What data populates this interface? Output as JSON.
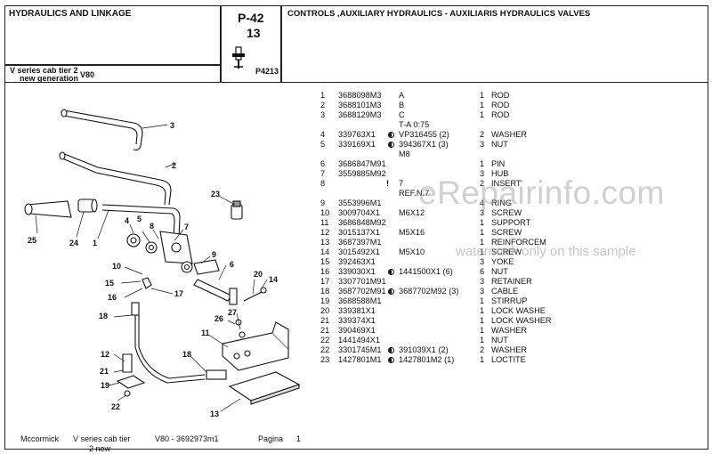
{
  "header": {
    "section_title": "HYDRAULICS AND LINKAGE",
    "page_code": "P-42",
    "page_sub": "13",
    "illustration_ref": "P4213",
    "page_title": "CONTROLS ,AUXILIARY HYDRAULICS - AUXILIARIS HYDRAULICS VALVES"
  },
  "model_box": {
    "line1": "V series cab tier 2",
    "line2": "new generation",
    "model": "V80"
  },
  "parts": [
    {
      "pos": "1",
      "part": "3688098M3",
      "ref": "A",
      "sub": "",
      "qty": "1",
      "desc": "ROD",
      "sym": false
    },
    {
      "pos": "2",
      "part": "3688101M3",
      "ref": "B",
      "sub": "",
      "qty": "1",
      "desc": "ROD",
      "sym": false
    },
    {
      "pos": "3",
      "part": "3688129M3",
      "ref": "C",
      "sub": "T-A 0:75",
      "qty": "1",
      "desc": "ROD",
      "sym": false
    },
    {
      "pos": "4",
      "part": "339763X1",
      "ref": "VP316455  (2)",
      "sub": "",
      "qty": "2",
      "desc": "WASHER",
      "sym": true
    },
    {
      "pos": "5",
      "part": "339169X1",
      "ref": "394367X1  (3)",
      "sub": "M8",
      "qty": "3",
      "desc": "NUT",
      "sym": true
    },
    {
      "pos": "6",
      "part": "3686847M91",
      "ref": "",
      "sub": "",
      "qty": "1",
      "desc": "PIN",
      "sym": false
    },
    {
      "pos": "7",
      "part": "3559885M92",
      "ref": "",
      "sub": "",
      "qty": "3",
      "desc": "HUB",
      "sym": false
    },
    {
      "pos": "8",
      "part": "",
      "ref": "7",
      "sub": "REF.N.7",
      "qty": "2",
      "desc": "INSERT",
      "sym": false,
      "excl": true
    },
    {
      "pos": "9",
      "part": "3553996M1",
      "ref": "",
      "sub": "",
      "qty": "4",
      "desc": "RING",
      "sym": false
    },
    {
      "pos": "10",
      "part": "3009704X1",
      "ref": "M6X12",
      "sub": "",
      "qty": "3",
      "desc": "SCREW",
      "sym": false
    },
    {
      "pos": "11",
      "part": "3686848M92",
      "ref": "",
      "sub": "",
      "qty": "1",
      "desc": "SUPPORT",
      "sym": false
    },
    {
      "pos": "12",
      "part": "3015137X1",
      "ref": "M5X16",
      "sub": "",
      "qty": "1",
      "desc": "SCREW",
      "sym": false
    },
    {
      "pos": "13",
      "part": "3687397M1",
      "ref": "",
      "sub": "",
      "qty": "1",
      "desc": "REINFORCEM",
      "sym": false
    },
    {
      "pos": "14",
      "part": "3015492X1",
      "ref": "M5X10",
      "sub": "",
      "qty": "1",
      "desc": "SCREW",
      "sym": false
    },
    {
      "pos": "15",
      "part": "392463X1",
      "ref": "",
      "sub": "",
      "qty": "3",
      "desc": "YOKE",
      "sym": false
    },
    {
      "pos": "16",
      "part": "339030X1",
      "ref": "1441500X1  (6)",
      "sub": "",
      "qty": "6",
      "desc": "NUT",
      "sym": true
    },
    {
      "pos": "17",
      "part": "3307701M91",
      "ref": "",
      "sub": "",
      "qty": "3",
      "desc": "RETAINER",
      "sym": false
    },
    {
      "pos": "18",
      "part": "3687702M91",
      "ref": "3687702M92  (3)",
      "sub": "",
      "qty": "3",
      "desc": "CABLE",
      "sym": true
    },
    {
      "pos": "19",
      "part": "3688588M1",
      "ref": "",
      "sub": "",
      "qty": "1",
      "desc": "STIRRUP",
      "sym": false
    },
    {
      "pos": "20",
      "part": "339381X1",
      "ref": "",
      "sub": "",
      "qty": "1",
      "desc": "LOCK WASHE",
      "sym": false
    },
    {
      "pos": "21",
      "part": "339374X1",
      "ref": "",
      "sub": "",
      "qty": "1",
      "desc": "LOCK WASHER",
      "sym": false
    },
    {
      "pos": "21",
      "part": "390469X1",
      "ref": "",
      "sub": "",
      "qty": "1",
      "desc": "WASHER",
      "sym": false
    },
    {
      "pos": "22",
      "part": "1441494X1",
      "ref": "",
      "sub": "",
      "qty": "1",
      "desc": "NUT",
      "sym": false
    },
    {
      "pos": "22",
      "part": "3301745M1",
      "ref": "391039X1  (2)",
      "sub": "",
      "qty": "2",
      "desc": "WASHER",
      "sym": true
    },
    {
      "pos": "23",
      "part": "1427801M1",
      "ref": "1427801M2  (1)",
      "sub": "",
      "qty": "1",
      "desc": "LOCTITE",
      "sym": true
    }
  ],
  "callouts": [
    "3",
    "2",
    "23",
    "25",
    "24",
    "1",
    "4",
    "5",
    "8",
    "7",
    "9",
    "6",
    "10",
    "15",
    "16",
    "17",
    "20",
    "14",
    "18",
    "26",
    "27",
    "11",
    "12",
    "21",
    "19",
    "22",
    "18",
    "13"
  ],
  "watermark": {
    "main": "eRepairinfo.com",
    "sub": "watermark only on this sample"
  },
  "footer": {
    "brand": "Mccormick",
    "series": "V series cab tier",
    "series2": "2 new",
    "doc": "V80 - 3692973m1",
    "page_label": "Pagina",
    "page_no": "1"
  }
}
